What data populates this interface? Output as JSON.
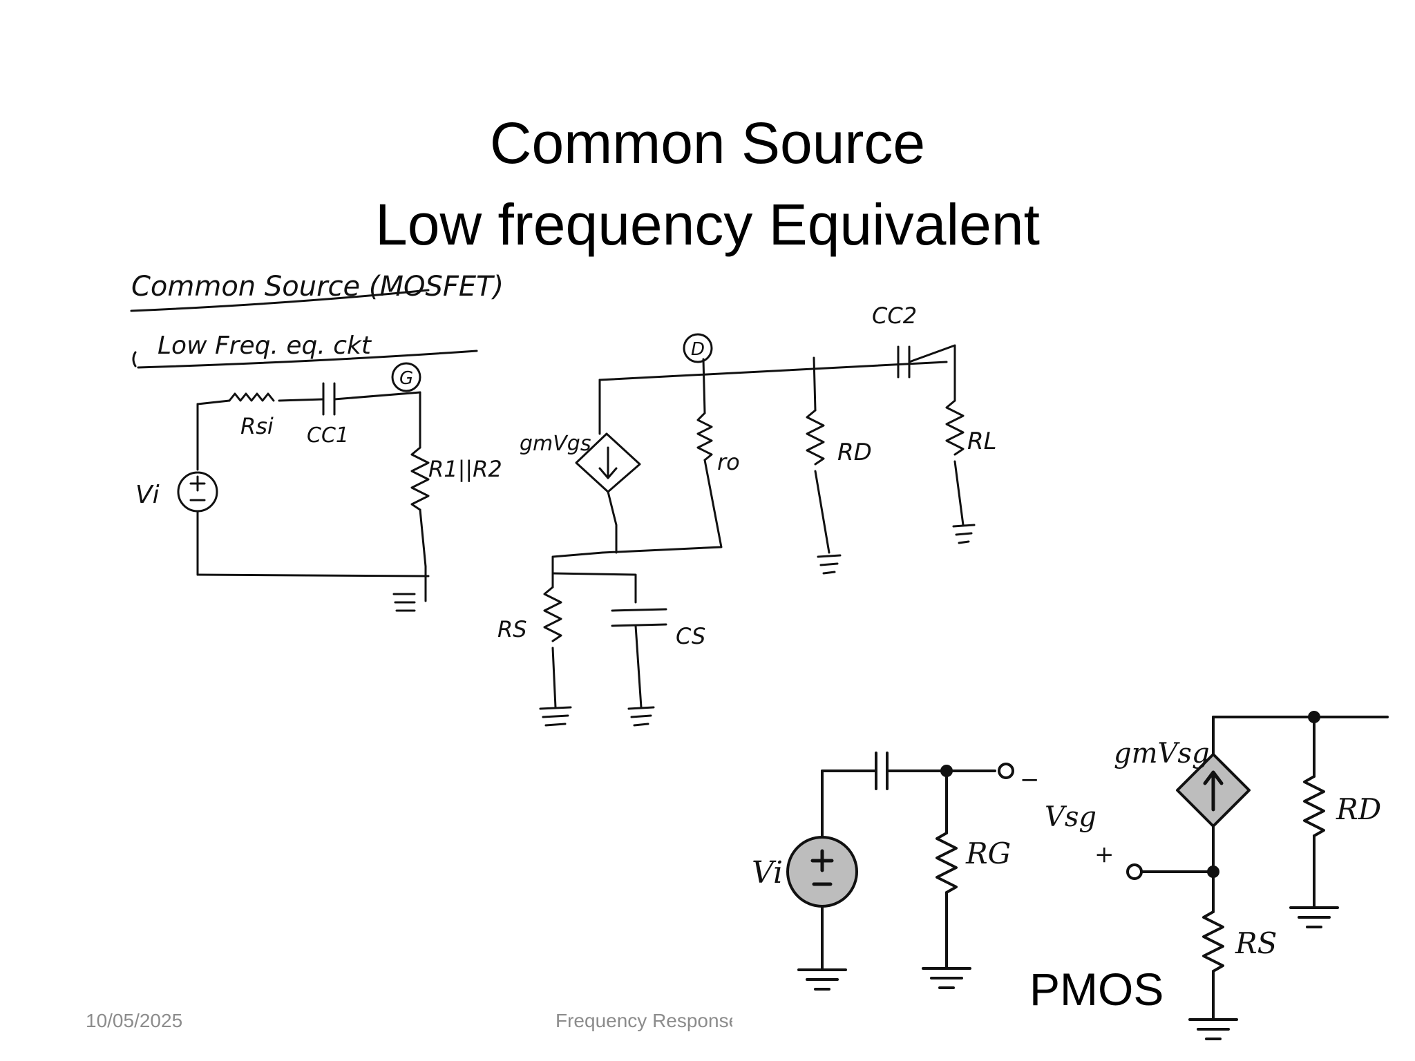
{
  "slide": {
    "title_line1": "Common Source",
    "title_line2": "Low frequency Equivalent"
  },
  "handwritten": {
    "heading": "Common Source (MOSFET)",
    "subheading": "Low Freq. eq. ckt",
    "labels": {
      "gate": "G",
      "drain": "D",
      "vi": "Vi",
      "rsi": "Rsi",
      "cc1": "CC1",
      "r1r2": "R1||R2",
      "gm": "gmVgs",
      "ro": "ro",
      "rd": "RD",
      "rl": "RL",
      "cc2": "CC2",
      "rs": "RS",
      "cs": "CS"
    }
  },
  "printed": {
    "vi": "Vi",
    "rg": "RG",
    "vsg": "Vsg",
    "minus": "−",
    "plus": "+",
    "gm": "gmVsg",
    "rd": "RD",
    "rs": "RS",
    "pmos": "PMOS"
  },
  "footer": {
    "date": "10/05/2025",
    "center": "Frequency Response"
  }
}
